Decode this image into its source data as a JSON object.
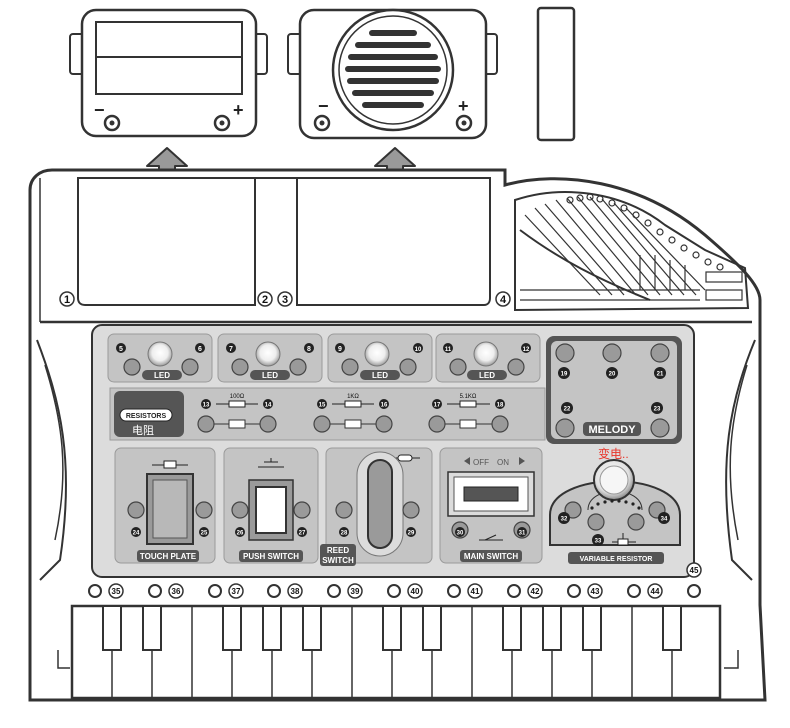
{
  "terminals": {
    "n1": "1",
    "n2": "2",
    "n3": "3",
    "n4": "4",
    "n5": "5",
    "n6": "6",
    "n7": "7",
    "n8": "8",
    "n9": "9",
    "n10": "10",
    "n11": "11",
    "n12": "12",
    "n13": "13",
    "n14": "14",
    "n15": "15",
    "n16": "16",
    "n17": "17",
    "n18": "18",
    "n19": "19",
    "n20": "20",
    "n21": "21",
    "n22": "22",
    "n23": "23",
    "n24": "24",
    "n25": "25",
    "n26": "26",
    "n27": "27",
    "n28": "28",
    "n29": "29",
    "n30": "30",
    "n31": "31",
    "n32": "32",
    "n33": "33",
    "n34": "34",
    "n35": "35",
    "n36": "36",
    "n37": "37",
    "n38": "38",
    "n39": "39",
    "n40": "40",
    "n41": "41",
    "n42": "42",
    "n43": "43",
    "n44": "44",
    "n45": "45"
  },
  "battery_box": {
    "minus": "−",
    "plus": "+"
  },
  "speaker": {
    "minus": "−",
    "plus": "+"
  },
  "leds": {
    "label": "LED"
  },
  "resistors": {
    "badge": "RESISTORS",
    "chinese": "电阻",
    "r1": "100Ω",
    "r2": "1KΩ",
    "r3": "5.1KΩ"
  },
  "melody": {
    "label": "MELODY"
  },
  "touch_plate": {
    "label": "TOUCH PLATE"
  },
  "push_switch": {
    "label": "PUSH SWITCH"
  },
  "reed_switch": {
    "line1": "REED",
    "line2": "SWITCH"
  },
  "main_switch": {
    "label": "MAIN SWITCH",
    "off": "OFF",
    "on": "ON"
  },
  "variable_resistor": {
    "label": "VARIABLE RESISTOR",
    "chinese": "变电.."
  },
  "colors": {
    "panel": "#dcdcdc",
    "module": "#c4c4c4",
    "dark_badge": "#555555",
    "accent_red": "#e8352a",
    "outline": "#333333"
  }
}
